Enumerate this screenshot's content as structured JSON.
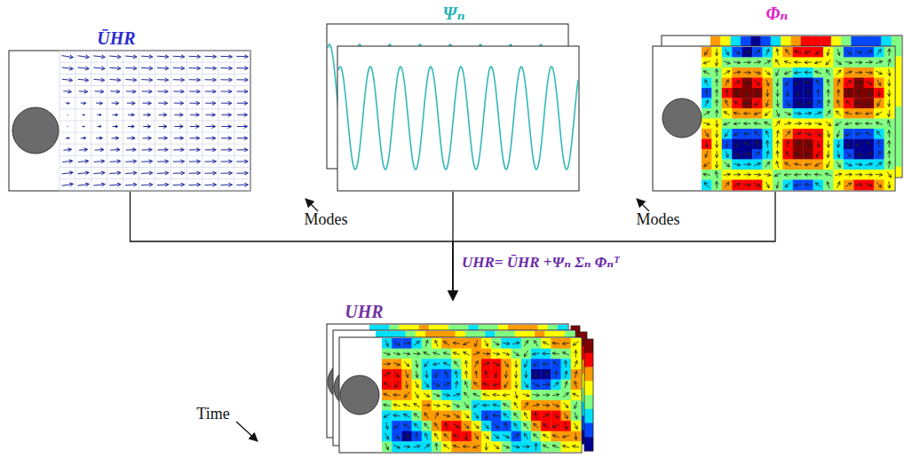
{
  "diagram": {
    "nodes": [
      {
        "text": [
          "ŪHR"
        ]
      },
      {
        "text": [
          "Ψₙ"
        ]
      },
      {
        "text": [
          "Φₙ"
        ]
      },
      {
        "text": [
          "UHR"
        ]
      }
    ],
    "edges": [
      {
        "from": 0,
        "to": 3,
        "arrow": "to"
      },
      {
        "from": 1,
        "to": 3,
        "arrow": "to",
        "label": "UHR= ŪHR +Ψₙ Σₙ Φₙᵀ"
      },
      {
        "from": 2,
        "to": 3,
        "arrow": "to"
      }
    ],
    "labels": [
      "Modes",
      "Modes",
      "Time"
    ]
  }
}
